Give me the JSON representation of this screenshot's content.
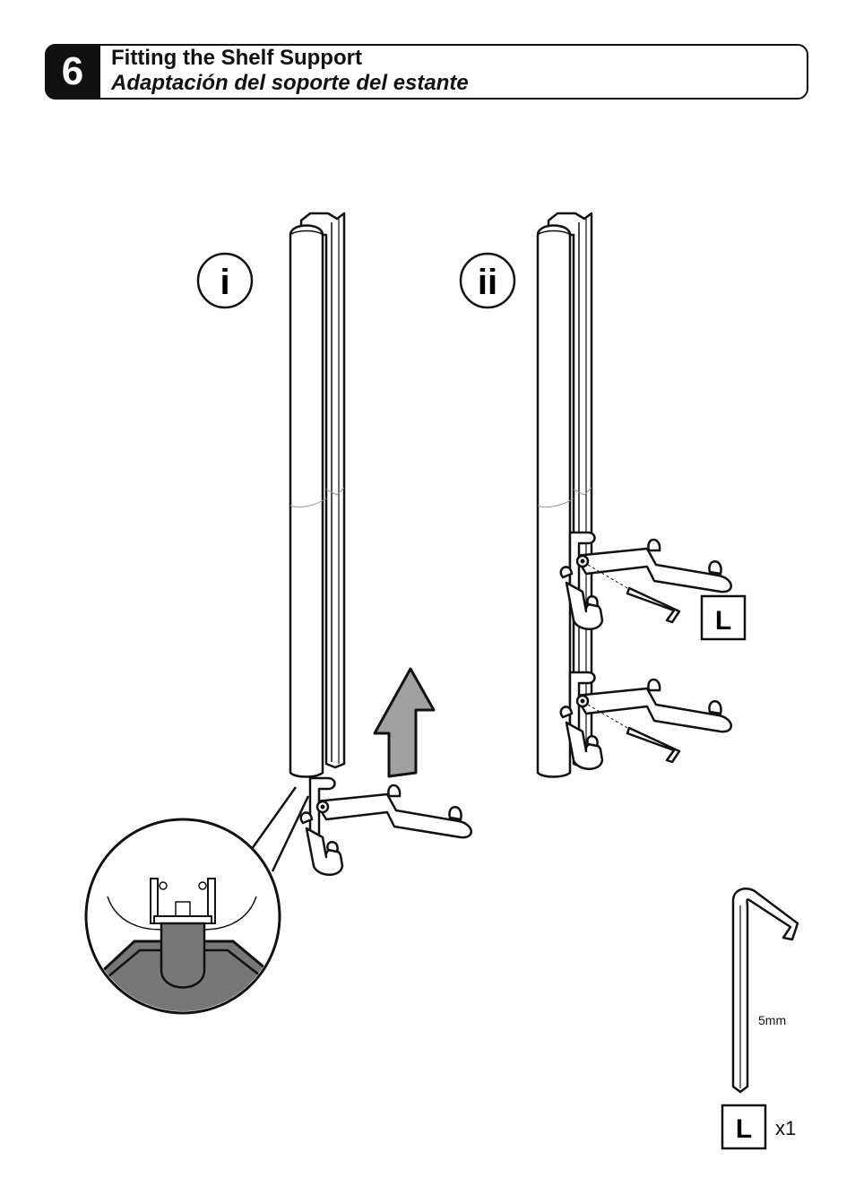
{
  "step": {
    "number": "6",
    "title_en": "Fitting the Shelf Support",
    "title_es": "Adaptación del soporte del estante"
  },
  "substeps": {
    "first": "i",
    "second": "ii"
  },
  "tool_label": "L",
  "parts": {
    "tool_size": "5mm",
    "tool_letter": "L",
    "quantity": "x1"
  }
}
